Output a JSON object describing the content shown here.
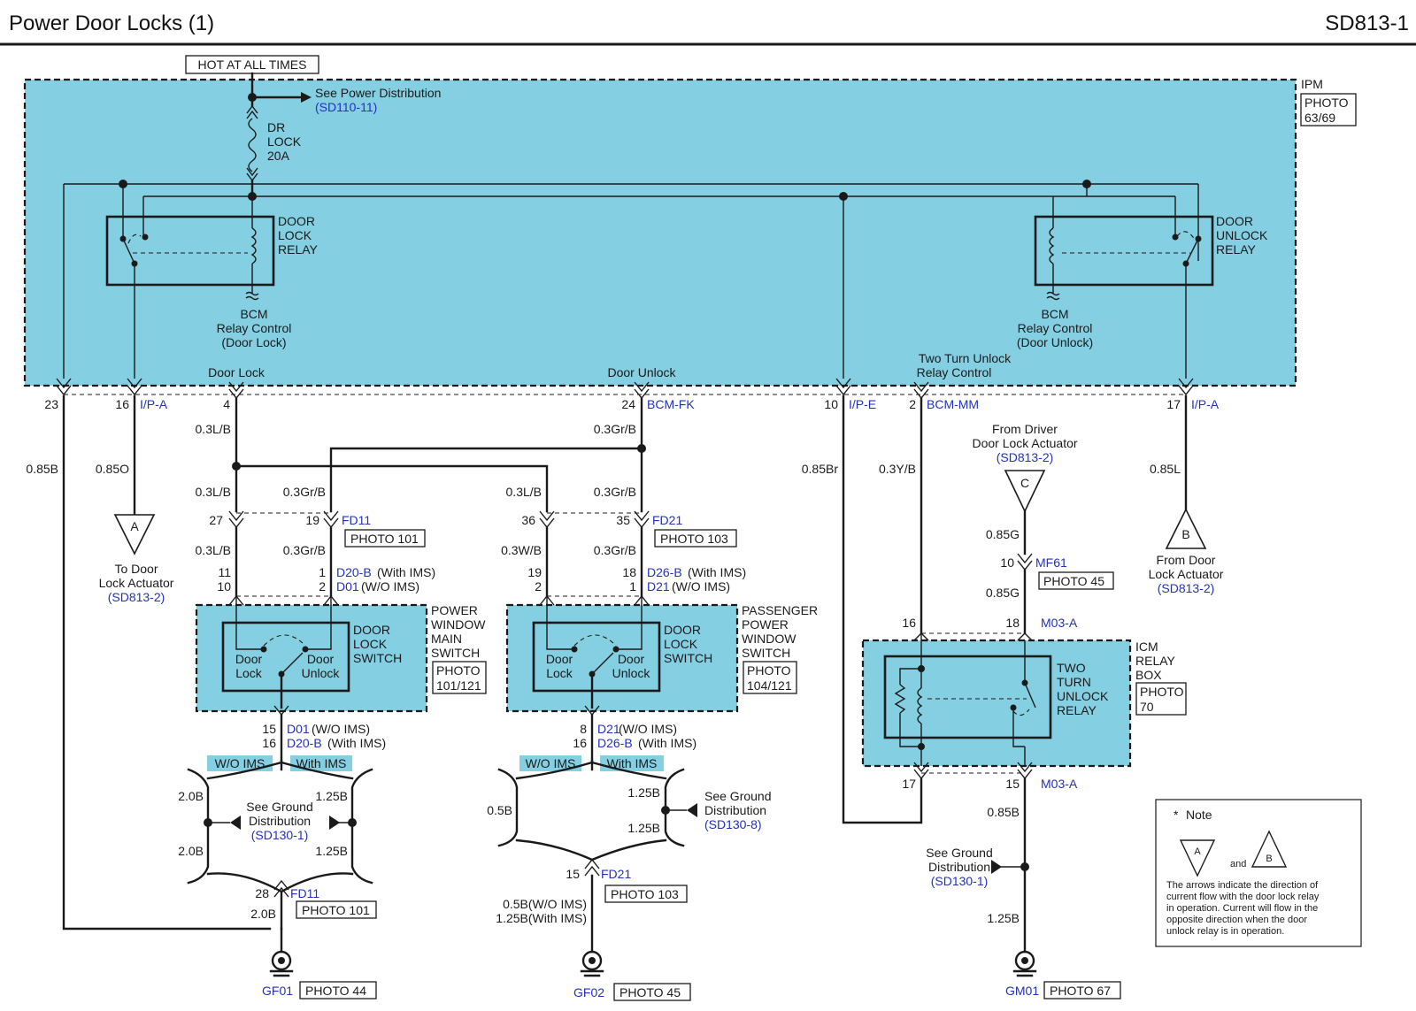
{
  "header": {
    "title": "Power Door Locks (1)",
    "code": "SD813-1"
  },
  "hot_label": "HOT AT ALL TIMES",
  "ipm": {
    "name": "IPM",
    "photo": [
      "PHOTO",
      "63/69"
    ],
    "power_dist": {
      "text": "See Power Distribution",
      "ref": "(SD110-11)"
    },
    "fuse": [
      "DR",
      "LOCK",
      "20A"
    ],
    "lock_relay": [
      "DOOR",
      "LOCK",
      "RELAY"
    ],
    "unlock_relay": [
      "DOOR",
      "UNLOCK",
      "RELAY"
    ],
    "bcm_lock": [
      "BCM",
      "Relay Control",
      "(Door Lock)"
    ],
    "bcm_unlock": [
      "BCM",
      "Relay Control",
      "(Door Unlock)"
    ],
    "door_lock": "Door Lock",
    "door_unlock": "Door Unlock",
    "two_turn": [
      "Two Turn Unlock",
      "Relay Control"
    ]
  },
  "pins": {
    "p23": "23",
    "p16": "16",
    "ip_a1": "I/P-A",
    "p4": "4",
    "p24": "24",
    "bcm_fk": "BCM-FK",
    "p10": "10",
    "ip_e": "I/P-E",
    "p2": "2",
    "bcm_mm": "BCM-MM",
    "p17": "17",
    "ip_a2": "I/P-A"
  },
  "wires": {
    "w085b": "0.85B",
    "w085o": "0.85O",
    "w03lb_top": "0.3L/B",
    "w03grb_top": "0.3Gr/B",
    "w03lb_a": "0.3L/B",
    "w03grb_a": "0.3Gr/B",
    "w03lb_b": "0.3L/B",
    "w03grb_b": "0.3Gr/B",
    "w03lb_c": "0.3L/B",
    "w03grb_c": "0.3Gr/B",
    "w03wb": "0.3W/B",
    "w03grb_d": "0.3Gr/B",
    "w085br": "0.85Br",
    "w03yb": "0.3Y/B",
    "w085l": "0.85L",
    "w085g_a": "0.85G",
    "w085g_b": "0.85G",
    "w085b_b": "0.85B",
    "w125b_gm": "1.25B"
  },
  "conn_a": {
    "p27": "27",
    "p19": "19",
    "name": "FD11",
    "photo": "PHOTO 101"
  },
  "conn_b": {
    "p36": "36",
    "p35": "35",
    "name": "FD21",
    "photo": "PHOTO 103"
  },
  "pwms": {
    "p11": "11",
    "p10": "10",
    "p1": "1",
    "p2": "2",
    "c1": "D20-B",
    "c1s": "(With IMS)",
    "c2": "D01",
    "c2s": "(W/O IMS)",
    "title": [
      "POWER",
      "WINDOW",
      "MAIN",
      "SWITCH"
    ],
    "photo": [
      "PHOTO",
      "101/121"
    ],
    "sw": [
      "DOOR",
      "LOCK",
      "SWITCH"
    ],
    "lock": [
      "Door",
      "Lock"
    ],
    "unlock": [
      "Door",
      "Unlock"
    ],
    "p15": "15",
    "p16": "16",
    "b1": "D01",
    "b1s": "(W/O IMS)",
    "b2": "D20-B",
    "b2s": "(With IMS)"
  },
  "ppws": {
    "p19": "19",
    "p2": "2",
    "p18": "18",
    "p1": "1",
    "c1": "D26-B",
    "c1s": "(With IMS)",
    "c2": "D21",
    "c2s": "(W/O IMS)",
    "title": [
      "PASSENGER",
      "POWER",
      "WINDOW",
      "SWITCH"
    ],
    "photo": [
      "PHOTO",
      "104/121"
    ],
    "sw": [
      "DOOR",
      "LOCK",
      "SWITCH"
    ],
    "lock": [
      "Door",
      "Lock"
    ],
    "unlock": [
      "Door",
      "Unlock"
    ],
    "p8": "8",
    "p16": "16",
    "b1": "D21",
    "b1s": "(W/O IMS)",
    "b2": "D26-B",
    "b2s": "(With IMS)"
  },
  "gnd_left": {
    "wo": "W/O IMS",
    "with": "With IMS",
    "w20a": "2.0B",
    "w125a": "1.25B",
    "w20b": "2.0B",
    "w125b": "1.25B",
    "see": [
      "See Ground",
      "Distribution"
    ],
    "ref": "(SD130-1)",
    "p28": "28",
    "conn": "FD11",
    "photo": "PHOTO 101",
    "w20c": "2.0B",
    "gf": "GF01",
    "gphoto": "PHOTO 44"
  },
  "gnd_mid": {
    "wo": "W/O IMS",
    "with": "With IMS",
    "w05": "0.5B",
    "w125a": "1.25B",
    "w125b": "1.25B",
    "see": [
      "See Ground",
      "Distribution"
    ],
    "ref": "(SD130-8)",
    "p15": "15",
    "conn": "FD21",
    "photo": "PHOTO 103",
    "w05wo": "0.5B(W/O IMS)",
    "w125w": "1.25B(With IMS)",
    "gf": "GF02",
    "gphoto": "PHOTO 45"
  },
  "icm": {
    "from_driver": [
      "From Driver",
      "Door Lock Actuator"
    ],
    "from_driver_ref": "(SD813-2)",
    "tri_c": "C",
    "p10": "10",
    "mf61": "MF61",
    "photo45": "PHOTO 45",
    "p16": "16",
    "p18": "18",
    "m03a": "M03-A",
    "name": [
      "ICM",
      "RELAY",
      "BOX"
    ],
    "photo": [
      "PHOTO",
      "70"
    ],
    "relay": [
      "TWO",
      "TURN",
      "UNLOCK",
      "RELAY"
    ],
    "p17": "17",
    "p15": "15",
    "m03a_b": "M03-A",
    "see": [
      "See Ground",
      "Distribution"
    ],
    "ref": "(SD130-1)",
    "w125b": "1.25B",
    "gm": "GM01",
    "gphoto": "PHOTO 67"
  },
  "tri_a": {
    "letter": "A",
    "text": [
      "To Door",
      "Lock Actuator"
    ],
    "ref": "(SD813-2)"
  },
  "tri_b": {
    "letter": "B",
    "text": [
      "From Door",
      "Lock Actuator"
    ],
    "ref": "(SD813-2)"
  },
  "note": {
    "title": "Note",
    "a": "A",
    "and": "and",
    "b": "B",
    "lines": [
      "The arrows indicate the direction of",
      "current flow with the door lock relay",
      "in operation. Current will flow in the",
      "opposite direction when the door",
      "unlock relay is in operation."
    ]
  }
}
